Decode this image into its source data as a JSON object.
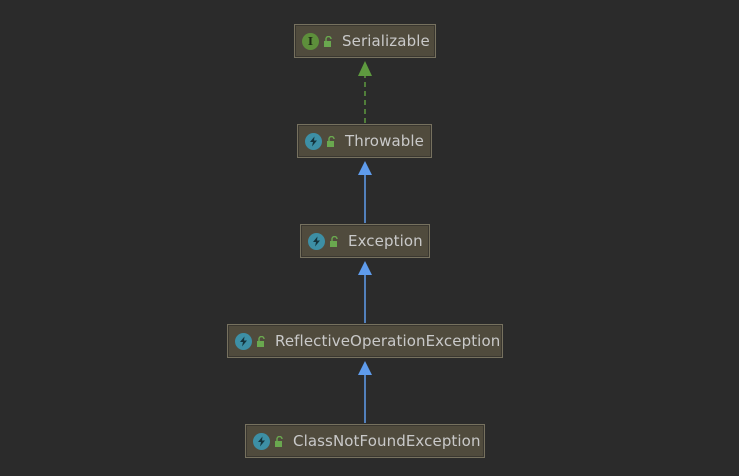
{
  "colors": {
    "background": "#2b2b2b",
    "node_fill": "#504b3d",
    "node_border": "#76715f",
    "text": "#c9c9c9",
    "extends_arrow": "#5f9cec",
    "implements_arrow": "#5e9a3f",
    "interface_icon": "#5d8f3b",
    "class_icon": "#3d8fa5",
    "lock_icon": "#6aa84f"
  },
  "nodes": [
    {
      "id": "serializable",
      "label": "Serializable",
      "kind_icon": "interface-icon",
      "kind_letter": "I",
      "access_icon": "unlocked-icon"
    },
    {
      "id": "throwable",
      "label": "Throwable",
      "kind_icon": "lightning-class-icon",
      "access_icon": "unlocked-icon"
    },
    {
      "id": "exception",
      "label": "Exception",
      "kind_icon": "lightning-class-icon",
      "access_icon": "unlocked-icon"
    },
    {
      "id": "reflective",
      "label": "ReflectiveOperationException",
      "kind_icon": "lightning-class-icon",
      "access_icon": "unlocked-icon"
    },
    {
      "id": "classnotfound",
      "label": "ClassNotFoundException",
      "kind_icon": "lightning-class-icon",
      "access_icon": "unlocked-icon"
    }
  ],
  "edges": [
    {
      "from": "throwable",
      "to": "serializable",
      "type": "implements",
      "style": "dashed"
    },
    {
      "from": "exception",
      "to": "throwable",
      "type": "extends",
      "style": "solid"
    },
    {
      "from": "reflective",
      "to": "exception",
      "type": "extends",
      "style": "solid"
    },
    {
      "from": "classnotfound",
      "to": "reflective",
      "type": "extends",
      "style": "solid"
    }
  ]
}
